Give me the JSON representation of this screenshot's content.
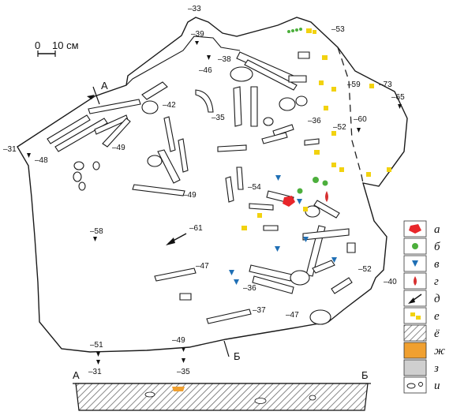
{
  "scale": {
    "label_zero": "0",
    "label_ten": "10 см"
  },
  "section_markers": {
    "a": "А",
    "b": "Б"
  },
  "section": {
    "label_left": "А",
    "label_right": "Б"
  },
  "depth_labels": [
    "–33",
    "–39",
    "–53",
    "–38",
    "–46",
    "–59",
    "–73",
    "–65",
    "–42",
    "–35",
    "–36",
    "–52",
    "–60",
    "–31",
    "–48",
    "–49",
    "–49",
    "–54",
    "–61",
    "–58",
    "–47",
    "–52",
    "–40",
    "–36",
    "–37",
    "–47",
    "–51",
    "–31",
    "–49",
    "–35"
  ],
  "legend": [
    {
      "letter": "а",
      "meaning_color": "#e8262a",
      "icon": "red-polygon-icon"
    },
    {
      "letter": "б",
      "meaning_color": "#4caf3c",
      "icon": "green-dot-icon"
    },
    {
      "letter": "в",
      "meaning_color": "#1f6fb5",
      "icon": "blue-triangle-icon"
    },
    {
      "letter": "г",
      "meaning_color": "#d63030",
      "icon": "red-drop-icon"
    },
    {
      "letter": "д",
      "meaning_color": "#111111",
      "icon": "black-arrow-icon"
    },
    {
      "letter": "е",
      "meaning_color": "#f2d20f",
      "icon": "yellow-flakes-icon"
    },
    {
      "letter": "ё",
      "meaning_color": "#9a9a9a",
      "icon": "hatched-fill-icon"
    },
    {
      "letter": "ж",
      "meaning_color": "#f0a030",
      "icon": "orange-fill-icon"
    },
    {
      "letter": "з",
      "meaning_color": "#cfcfcf",
      "icon": "gray-fill-icon"
    },
    {
      "letter": "и",
      "meaning_color": "#ffffff",
      "icon": "stones-icon"
    }
  ]
}
